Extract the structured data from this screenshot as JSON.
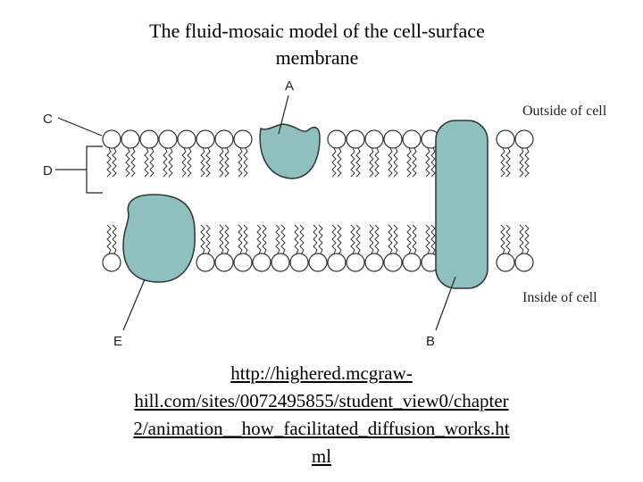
{
  "slide": {
    "title_line1": "The fluid-mosaic model of the cell-surface",
    "title_line2": "membrane",
    "link_line1": "http://highered.mcgraw-",
    "link_line2": "hill.com/sites/0072495855/student_view0/chapter",
    "link_line3": "2/animation__how_facilitated_diffusion_works.ht",
    "link_line4": "ml"
  },
  "diagram": {
    "labels": {
      "A": "A",
      "B": "B",
      "C": "C",
      "D": "D",
      "E": "E"
    },
    "outside_label": "Outside of cell",
    "inside_label": "Inside of cell",
    "colors": {
      "protein": "#8dc0bf",
      "outline": "#333333"
    }
  }
}
